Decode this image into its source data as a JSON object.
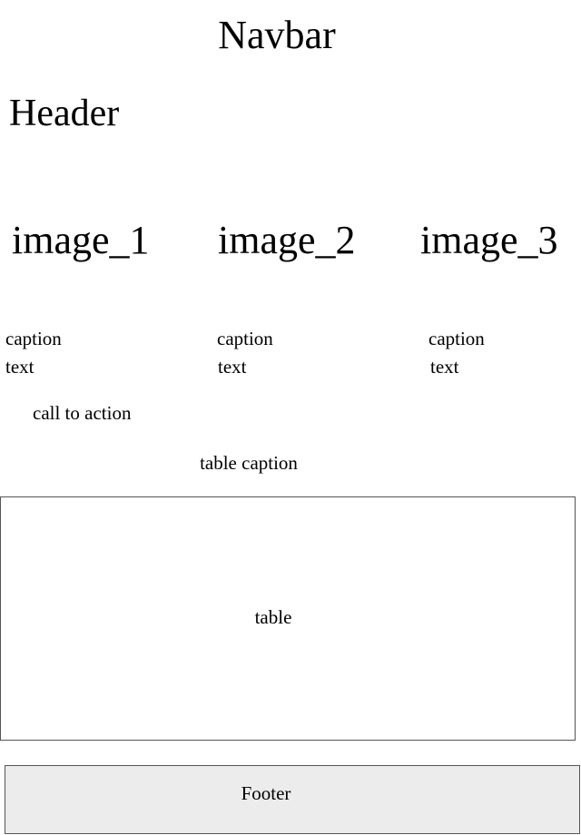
{
  "navbar": {
    "label": "Navbar"
  },
  "header": {
    "label": "Header"
  },
  "cards": [
    {
      "image_label": "image_1",
      "caption": "caption",
      "text": "text"
    },
    {
      "image_label": "image_2",
      "caption": "caption",
      "text": "text"
    },
    {
      "image_label": "image_3",
      "caption": "caption",
      "text": "text"
    }
  ],
  "cta": {
    "label": "call to action"
  },
  "table": {
    "caption": "table caption",
    "label": "table"
  },
  "footer": {
    "label": "Footer"
  }
}
